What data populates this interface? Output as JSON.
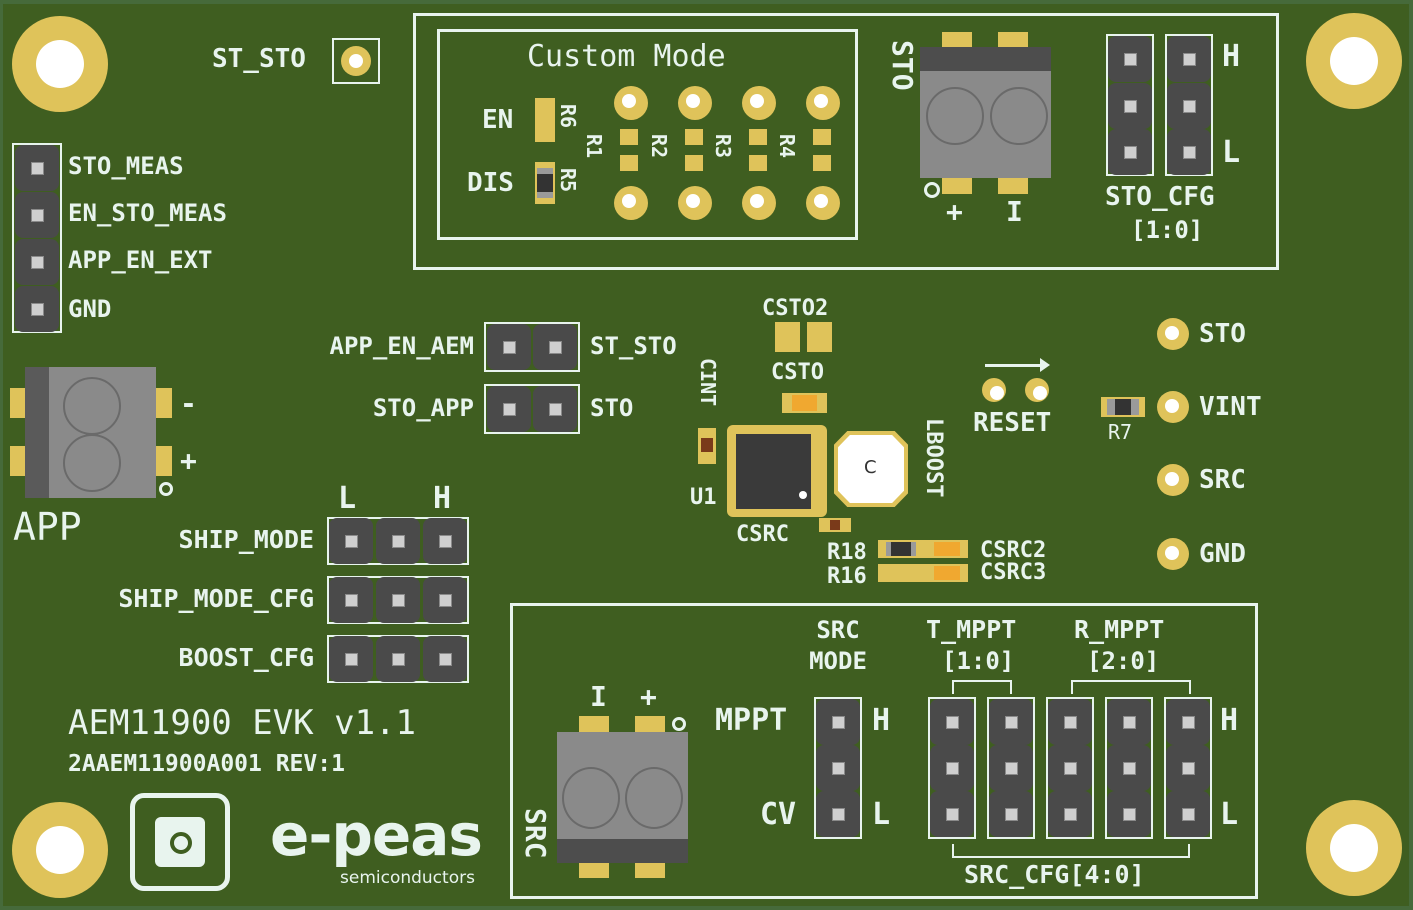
{
  "board": {
    "title": "AEM11900 EVK v1.1",
    "part_number": "2AAEM11900A001 REV:1",
    "brand": "e-peas",
    "brand_sub": "semiconductors",
    "colors": {
      "pcb": "#3f5e20",
      "silkscreen": "#e8f4ee",
      "copper": "#dfc35a",
      "header": "#4a4a4a"
    }
  },
  "top_left": {
    "st_sto_label": "ST_STO",
    "meas_header": [
      "STO_MEAS",
      "EN_STO_MEAS",
      "APP_EN_EXT",
      "GND"
    ]
  },
  "custom_mode": {
    "title": "Custom Mode",
    "en_label": "EN",
    "dis_label": "DIS",
    "resistors": [
      "R1",
      "R2",
      "R3",
      "R4",
      "R5",
      "R6"
    ]
  },
  "sto_section": {
    "connector_label": "STO",
    "plus": "+",
    "minus": "I",
    "cfg_label": "STO_CFG",
    "cfg_range": "[1:0]",
    "high": "H",
    "low": "L"
  },
  "mid_jumpers": [
    {
      "left": "APP_EN_AEM",
      "right": "ST_STO"
    },
    {
      "left": "STO_APP",
      "right": "STO"
    }
  ],
  "app": {
    "label": "APP",
    "minus": "-",
    "plus": "+"
  },
  "config_headers": {
    "low": "L",
    "high": "H",
    "rows": [
      "SHIP_MODE",
      "SHIP_MODE_CFG",
      "BOOST_CFG"
    ]
  },
  "center": {
    "csto2": "CSTO2",
    "csto": "CSTO",
    "cint": "CINT",
    "u1": "U1",
    "csrc": "CSRC",
    "lboost": "LBOOST",
    "inductor_mark": "C",
    "r18": "R18",
    "r16": "R16",
    "csrc2": "CSRC2",
    "csrc3": "CSRC3"
  },
  "reset": {
    "label": "RESET",
    "r7": "R7"
  },
  "test_points": [
    "STO",
    "VINT",
    "SRC",
    "GND"
  ],
  "src_section": {
    "connector_label": "SRC",
    "minus": "I",
    "plus": "+",
    "mode_title": [
      "SRC",
      "MODE"
    ],
    "mppt": "MPPT",
    "cv": "CV",
    "t_mppt": "T_MPPT",
    "t_range": "[1:0]",
    "r_mppt": "R_MPPT",
    "r_range": "[2:0]",
    "high": "H",
    "low": "L",
    "cfg_label": "SRC_CFG[4:0]"
  }
}
